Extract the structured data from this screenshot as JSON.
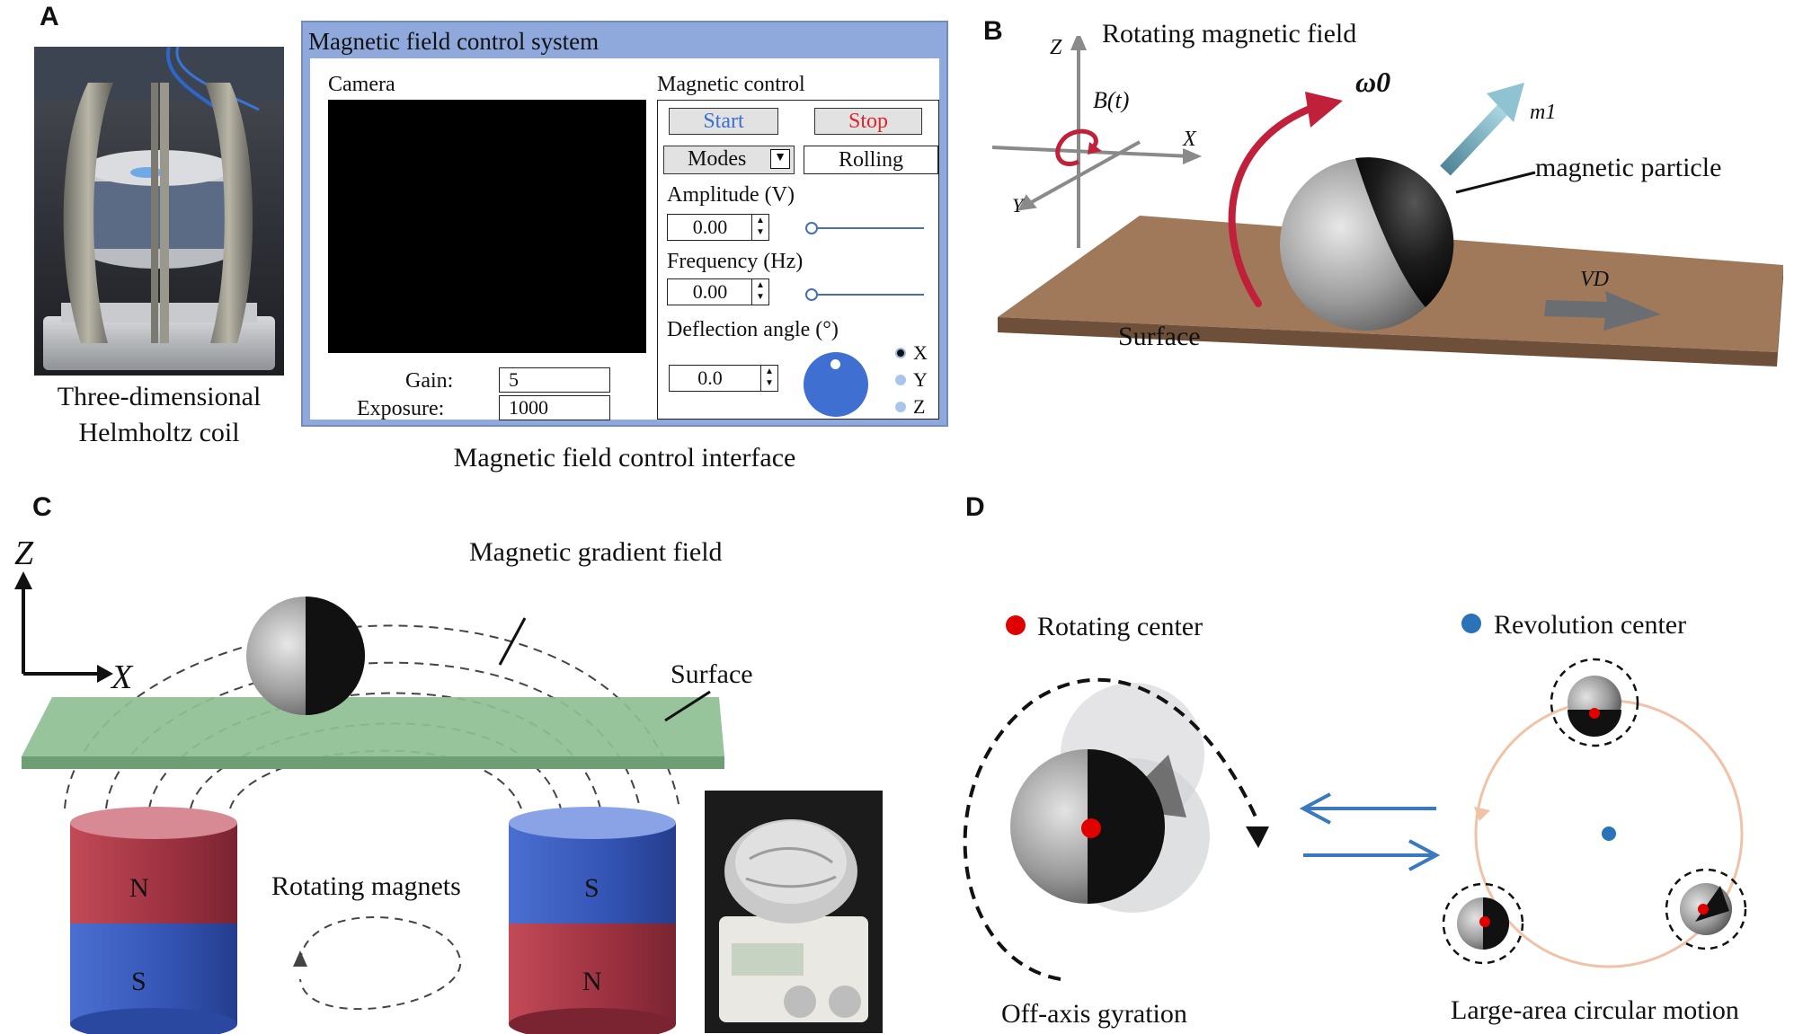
{
  "panels": {
    "a": "A",
    "b": "B",
    "c": "C",
    "d": "D"
  },
  "panel_a": {
    "photo_caption_line1": "Three-dimensional",
    "photo_caption_line2": "Helmholtz coil",
    "interface_caption": "Magnetic field control interface",
    "window": {
      "title": "Magnetic field control system",
      "camera_label": "Camera",
      "gain_label": "Gain:",
      "gain_value": "5",
      "exposure_label": "Exposure:",
      "exposure_value": "1000",
      "control_label": "Magnetic control",
      "start_label": "Start",
      "stop_label": "Stop",
      "modes_label": "Modes",
      "mode_value": "Rolling",
      "amplitude_label": "Amplitude (V)",
      "amplitude_value": "0.00",
      "frequency_label": "Frequency (Hz)",
      "frequency_value": "0.00",
      "deflection_label": "Deflection angle (°)",
      "deflection_value": "0.0",
      "axis_options": [
        "X",
        "Y",
        "Z"
      ],
      "axis_selected": "X"
    },
    "colors": {
      "window_frame": "#8fa9dc",
      "start_text": "#3b6fd0",
      "stop_text": "#e0242a",
      "knob": "#3e6fd1"
    }
  },
  "panel_b": {
    "title": "Rotating magnetic field",
    "axis_z": "Z",
    "axis_x": "X",
    "axis_y": "Y",
    "field_label": "B(t)",
    "omega_label": "ω0",
    "moment_label": "m1",
    "particle_label": "magnetic particle",
    "velocity_label": "VD",
    "surface_label": "Surface",
    "colors": {
      "surface": "#a0785a",
      "arrow": "#c0203a",
      "moment": "#7fb3c4"
    }
  },
  "panel_c": {
    "axis_z": "Z",
    "axis_x": "X",
    "field_label": "Magnetic gradient field",
    "surface_label": "Surface",
    "magnets_label": "Rotating magnets",
    "magnet_left_top": "N",
    "magnet_left_bottom": "S",
    "magnet_right_top": "S",
    "magnet_right_bottom": "N",
    "colors": {
      "plate": "#8fbf94",
      "north": "#b8404d",
      "south": "#3c5fbf"
    }
  },
  "panel_d": {
    "legend_rotating": "Rotating center",
    "legend_revolution": "Revolution center",
    "caption_left": "Off-axis gyration",
    "caption_right": "Large-area circular motion",
    "colors": {
      "rotating": "#e00000",
      "revolution": "#2a73b8",
      "orbit": "#f0c2a6",
      "arrows": "#3a78c0"
    }
  }
}
